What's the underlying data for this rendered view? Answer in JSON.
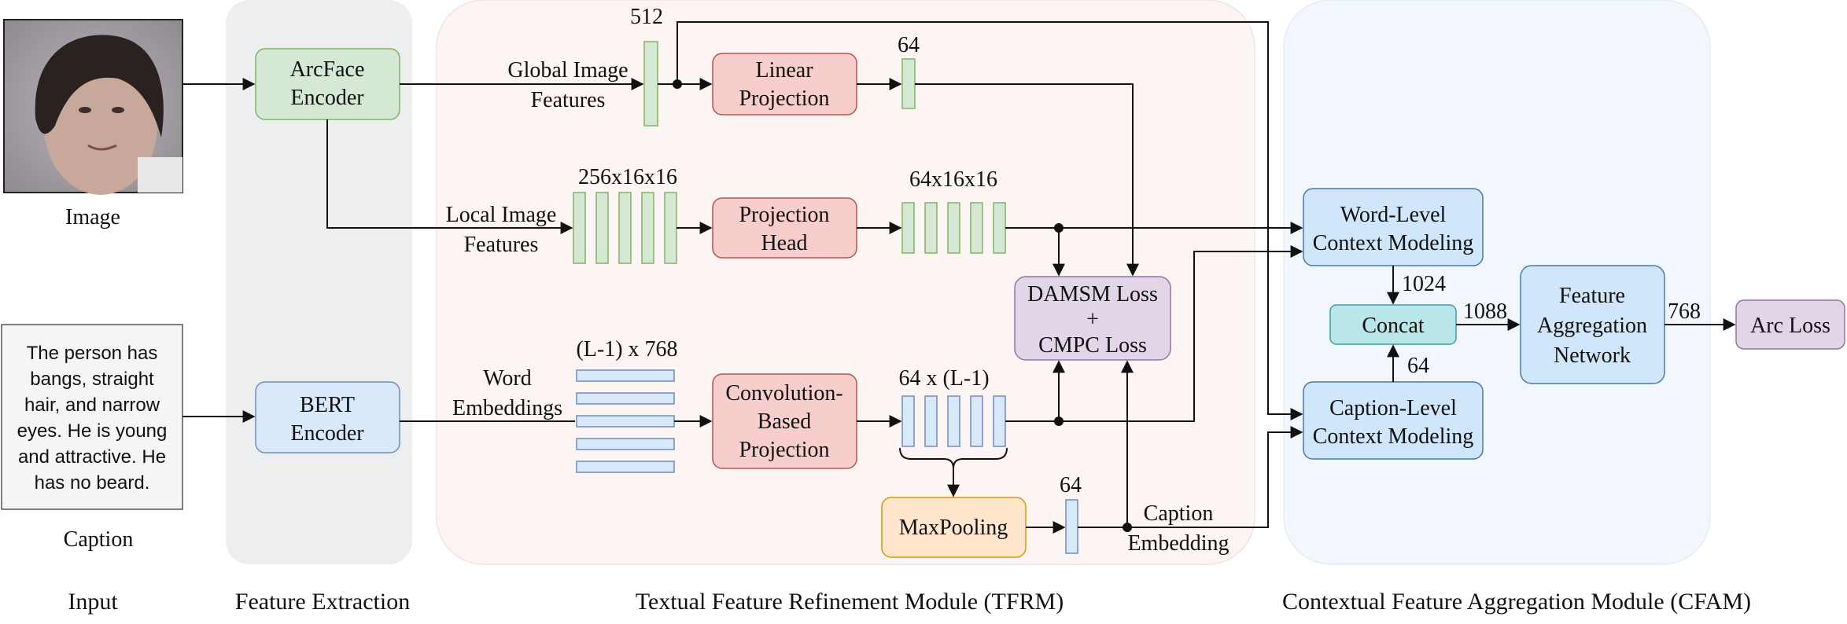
{
  "sections": {
    "input": "Input",
    "feature_extraction": "Feature Extraction",
    "tfrm": "Textual Feature Refinement Module (TFRM)",
    "cfam": "Contextual Feature Aggregation Module (CFAM)"
  },
  "inputs": {
    "image_label": "Image",
    "caption_label": "Caption",
    "caption_lines": [
      "The person has",
      "bangs, straight",
      "hair, and narrow",
      "eyes. He is young",
      "and attractive. He",
      "has no beard."
    ]
  },
  "nodes": {
    "arcface": [
      "ArcFace",
      "Encoder"
    ],
    "bert": [
      "BERT",
      "Encoder"
    ],
    "linear_projection": [
      "Linear",
      "Projection"
    ],
    "projection_head": [
      "Projection",
      "Head"
    ],
    "conv_projection": [
      "Convolution-",
      "Based",
      "Projection"
    ],
    "maxpooling": [
      "MaxPooling"
    ],
    "damsm": [
      "DAMSM Loss",
      "+",
      "CMPC Loss"
    ],
    "word_ctx": [
      "Word-Level",
      "Context Modeling"
    ],
    "caption_ctx": [
      "Caption-Level",
      "Context Modeling"
    ],
    "concat": [
      "Concat"
    ],
    "fan": [
      "Feature",
      "Aggregation",
      "Network"
    ],
    "arc_loss": [
      "Arc Loss"
    ]
  },
  "labels": {
    "global_feat": [
      "Global Image",
      "Features"
    ],
    "local_feat": [
      "Local Image",
      "Features"
    ],
    "word_emb": [
      "Word",
      "Embeddings"
    ],
    "caption_emb": [
      "Caption",
      "Embedding"
    ],
    "dim_512": "512",
    "dim_64_top": "64",
    "dim_256": "256x16x16",
    "dim_64x16": "64x16x16",
    "dim_l768": "(L-1) x 768",
    "dim_64l": "64 x (L-1)",
    "dim_64_pool": "64",
    "dim_1024": "1024",
    "dim_64_concat": "64",
    "dim_1088": "1088",
    "dim_768": "768"
  },
  "colors": {
    "green_fill": "#d5e8d4",
    "green_stroke": "#82b366",
    "blue_fill": "#dae8fc",
    "blue_stroke": "#6c8ebf",
    "red_fill": "#f8cecc",
    "red_stroke": "#b85450",
    "orange_fill": "#ffe6cc",
    "orange_stroke": "#d79b00",
    "purple_fill": "#e1d5e7",
    "purple_stroke": "#9673a6",
    "cyan_fill": "#b9e6e8",
    "cyan_stroke": "#3a9fa5",
    "light_blue_fill": "#cfe6fb",
    "light_blue_stroke": "#4a78a8",
    "fe_bg": "#eceef0",
    "tfrm_bg": "#fdf4f4",
    "cfam_bg": "#f1f7fd"
  }
}
